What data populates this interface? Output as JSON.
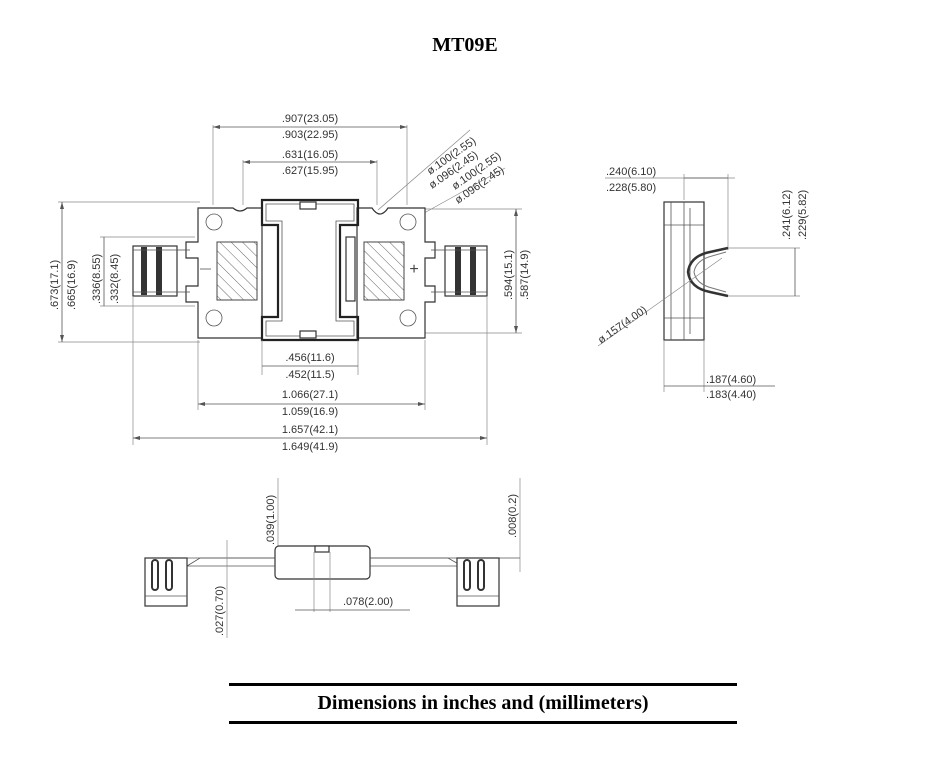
{
  "title": "MT09E",
  "top_view": {
    "width_outer_max": ".907(23.05)",
    "width_outer_min": ".903(22.95)",
    "width_inner_max": ".631(16.05)",
    "width_inner_min": ".627(15.95)",
    "hole1_max": "ø.100(2.55)",
    "hole1_min": "ø.096(2.45)",
    "hole2_max": "ø.100(2.55)",
    "hole2_min": "ø.096(2.45)",
    "height_total_max": ".673(17.1)",
    "height_total_min": ".665(16.9)",
    "height_terminal_max": ".336(8.55)",
    "height_terminal_min": ".332(8.45)",
    "height_body_max": ".594(15.1)",
    "height_body_min": ".587(14.9)",
    "width_center_max": ".456(11.6)",
    "width_center_min": ".452(11.5)",
    "width_mid_max": "1.066(27.1)",
    "width_mid_min": "1.059(16.9)",
    "width_total_max": "1.657(42.1)",
    "width_total_min": "1.649(41.9)",
    "polarity_mark": "+"
  },
  "side_view": {
    "depth_max": ".240(6.10)",
    "depth_min": ".228(5.80)",
    "clip_height_max": ".241(6.12)",
    "clip_height_min": ".229(5.82)",
    "clip_diameter": "ø.157(4.00)",
    "body_depth_max": ".187(4.60)",
    "body_depth_min": ".183(4.40)"
  },
  "front_view": {
    "body_height": ".039(1.00)",
    "tab_thickness": ".008(0.2)",
    "lead_height": ".027(0.70)",
    "slot_width": ".078(2.00)"
  },
  "footer": "Dimensions in inches and (millimeters)"
}
